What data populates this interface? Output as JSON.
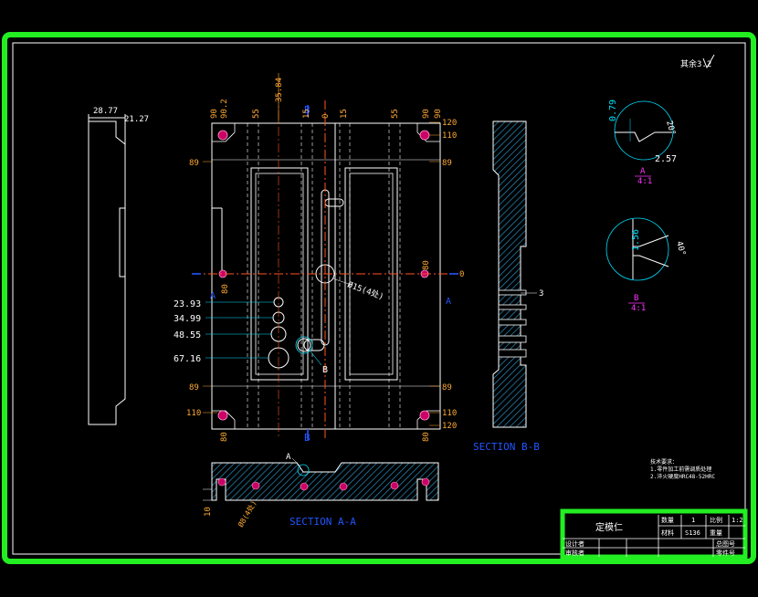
{
  "colors": {
    "background": "#000000",
    "frame": "#22ee22",
    "outline": "#ffffff",
    "dimension": "#ffaa33",
    "centerline": "#ff5522",
    "section": "#2255ff",
    "cyan": "#00e0ff",
    "magenta": "#ff33ff",
    "hole": "#cc0066"
  },
  "roughness": "其余3.2",
  "side_view": {
    "dim_top_left": "28.77",
    "dim_top_right": "21.27"
  },
  "main_view": {
    "top_dims": [
      "90",
      "90.2",
      "55",
      "35.84",
      "15",
      "0",
      "15",
      "55",
      "90",
      "90"
    ],
    "left_dims_top": [
      "89"
    ],
    "left_dims_mid": [
      "80"
    ],
    "left_dims_bottom": [
      "89",
      "110",
      "80"
    ],
    "right_dims_top": [
      "120",
      "110",
      "89"
    ],
    "right_dims_mid": [
      "80",
      "0"
    ],
    "right_dims_bottom": [
      "89",
      "110",
      "120",
      "80"
    ],
    "hole_dims": [
      "23.93",
      "34.99",
      "48.55",
      "67.16"
    ],
    "hole_callout": "Ø15(4处)",
    "section_a_left": "A",
    "section_a_right": "A",
    "section_b_top": "B",
    "section_b_bottom": "B",
    "callout_b": "B"
  },
  "section_bb": {
    "title": "SECTION B-B",
    "dim": "3"
  },
  "section_aa": {
    "title": "SECTION A-A",
    "callout": "A",
    "dim_left": "10",
    "hole_note": "Ø8(4处)"
  },
  "detail_a": {
    "dim_1": "0.79",
    "dim_2": "20°",
    "dim_3": "2.57",
    "label_letter": "A",
    "label_scale": "4:1"
  },
  "detail_b": {
    "dim_1": "1.56",
    "dim_2": "40°",
    "label_letter": "B",
    "label_scale": "4:1"
  },
  "tech_notes": {
    "heading": "技术要求：",
    "line1": "1.零件加工前需调质处理",
    "line2": "2.淬火硬度HRC48-52HRC"
  },
  "title_block": {
    "part_name": "定模仁",
    "qty_label": "数量",
    "qty_value": "1",
    "scale_label": "比例",
    "scale_value": "1:2",
    "material_label": "材料",
    "material_value": "S136",
    "weight_label": "重量",
    "designer_label": "设计者",
    "reviewer_label": "审核者",
    "drawing_no_label": "总图号",
    "part_no_label": "零件号"
  }
}
